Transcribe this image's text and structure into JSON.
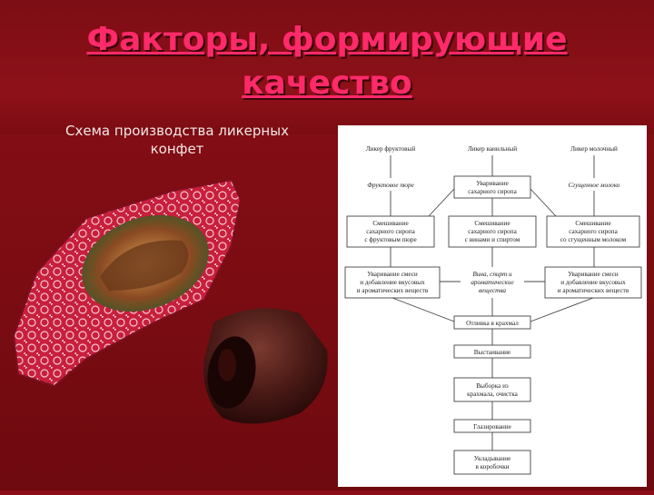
{
  "slide": {
    "title_line1": "Факторы, формирующие",
    "title_line2": "качество",
    "subtitle_line1": "Схема производства ликерных",
    "subtitle_line2": "конфет",
    "background_color": "#8a0e16",
    "title_color": "#ff2a6a"
  },
  "photo": {
    "description_icon": "candy-photo"
  },
  "flowchart": {
    "columns": {
      "left_header": "Ликер фруктовый",
      "center_header": "Ликер ванильный",
      "right_header": "Ликер молочный",
      "left_input": "Фруктовое пюре",
      "right_input": "Сгущенное молоко",
      "center_boil": [
        "Уваривание",
        "сахарного сиропа"
      ],
      "left_mix": [
        "Смешивание",
        "сахарного сиропа",
        "с фруктовым пюре"
      ],
      "center_mix": [
        "Смешивание",
        "сахарного сиропа",
        "с винами и спиртом"
      ],
      "right_mix": [
        "Смешивание",
        "сахарного сиропа",
        "со сгущенным молоком"
      ],
      "left_boil": [
        "Уваривание смеси",
        "и добавление вкусовых",
        "и ароматических веществ"
      ],
      "center_add": [
        "Вина, спирт и",
        "ароматические",
        "вещества"
      ],
      "right_boil": [
        "Уваривание смеси",
        "и добавление вкусовых",
        "и ароматических веществ"
      ]
    },
    "steps": [
      [
        "Отливка в крахмал"
      ],
      [
        "Выстаивание"
      ],
      [
        "Выборка из",
        "крахмала, очистка"
      ],
      [
        "Глазирование"
      ],
      [
        "Укладывание",
        "в коробочки"
      ]
    ]
  }
}
